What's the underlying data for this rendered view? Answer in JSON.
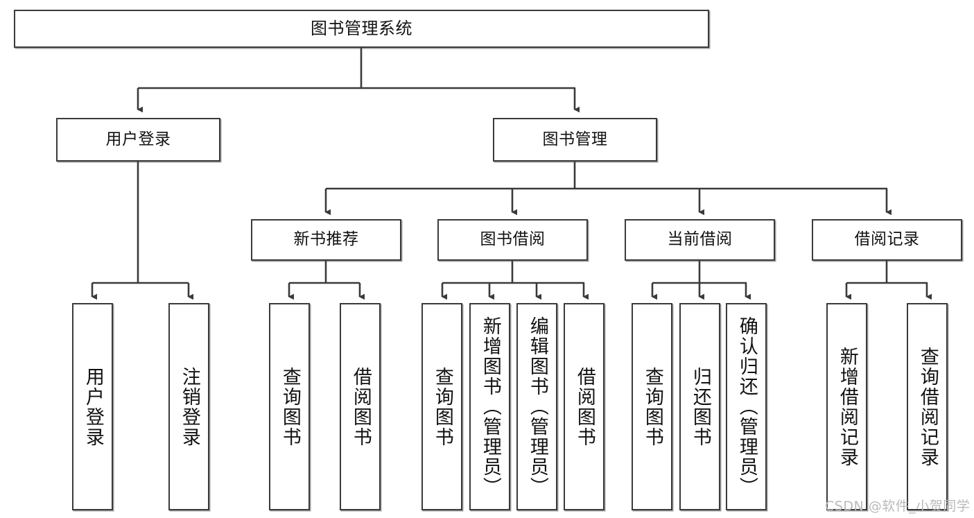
{
  "diagram": {
    "title": "图书管理系统",
    "type": "tree-hierarchy",
    "watermark": "CSDN @软件_小贺同学",
    "colors": {
      "box_border": "#3a3a3a",
      "box_fill": "#ffffff",
      "connector": "#3a3a3a",
      "text": "#111111",
      "watermark": "#b9b9b9"
    },
    "nodes": {
      "root": {
        "label": "图书管理系统",
        "level": 0
      },
      "level1": [
        {
          "id": "user-login",
          "label": "用户登录"
        },
        {
          "id": "book-manage",
          "label": "图书管理"
        }
      ],
      "level2": [
        {
          "id": "new-book-rec",
          "label": "新书推荐",
          "parent": "book-manage"
        },
        {
          "id": "book-borrow",
          "label": "图书借阅",
          "parent": "book-manage"
        },
        {
          "id": "current-borrow",
          "label": "当前借阅",
          "parent": "book-manage"
        },
        {
          "id": "borrow-record",
          "label": "借阅记录",
          "parent": "book-manage"
        }
      ],
      "leaves": [
        {
          "id": "leaf-user-login",
          "label": "用户登录",
          "parent": "user-login"
        },
        {
          "id": "leaf-logout-login",
          "label": "注销登录",
          "parent": "user-login"
        },
        {
          "id": "leaf-query-book-1",
          "label": "查询图书",
          "parent": "new-book-rec"
        },
        {
          "id": "leaf-borrow-book-1",
          "label": "借阅图书",
          "parent": "new-book-rec"
        },
        {
          "id": "leaf-query-book-2",
          "label": "查询图书",
          "parent": "book-borrow"
        },
        {
          "id": "leaf-add-book",
          "label": "新增图书（管理员）",
          "parent": "book-borrow"
        },
        {
          "id": "leaf-edit-book",
          "label": "编辑图书（管理员）",
          "parent": "book-borrow"
        },
        {
          "id": "leaf-borrow-book-2",
          "label": "借阅图书",
          "parent": "book-borrow"
        },
        {
          "id": "leaf-query-book-3",
          "label": "查询图书",
          "parent": "current-borrow"
        },
        {
          "id": "leaf-return-book",
          "label": "归还图书",
          "parent": "current-borrow"
        },
        {
          "id": "leaf-confirm-return",
          "label": "确认归还（管理员）",
          "parent": "current-borrow"
        },
        {
          "id": "leaf-add-record",
          "label": "新增借阅记录",
          "parent": "borrow-record"
        },
        {
          "id": "leaf-query-record",
          "label": "查询借阅记录",
          "parent": "borrow-record"
        }
      ]
    }
  }
}
